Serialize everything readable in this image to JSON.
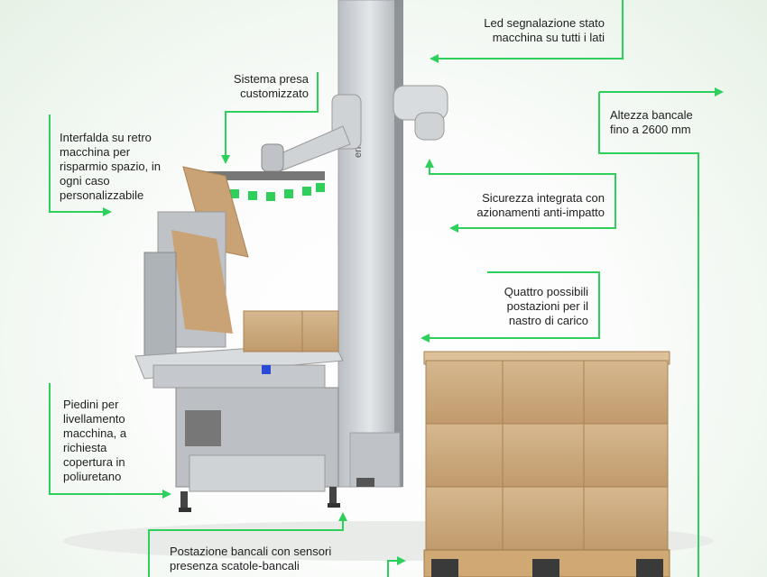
{
  "labels": {
    "led": [
      "Led segnalazione stato",
      "macchina su tutti i lati"
    ],
    "gripper": [
      "Sistema presa",
      "customizzato"
    ],
    "interlayer": [
      "Interfalda su retro",
      "macchina per",
      "risparmio spazio, in",
      "ogni caso",
      "personalizzabile"
    ],
    "height": [
      "Altezza bancale",
      "fino a 2600 mm"
    ],
    "safety": [
      "Sicurezza integrata con",
      "azionamenti anti-impatto"
    ],
    "stations": [
      "Quattro possibili",
      "postazioni per il",
      "nastro di carico"
    ],
    "feet": [
      "Piedini per",
      "livellamento",
      "macchina, a",
      "richiesta",
      "copertura in",
      "poliuretano"
    ],
    "pallet_station": [
      "Postazione bancali con sensori",
      "presenza scatole-bancali"
    ]
  },
  "column_brand": "encobot.com",
  "colors": {
    "accent": "#2fcf5b",
    "steel": "#c9cdd1",
    "cardboard": "#c8a57a"
  }
}
